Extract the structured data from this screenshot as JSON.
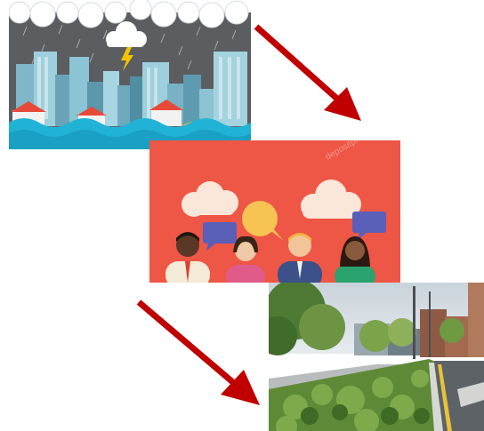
{
  "diagram": {
    "panels": [
      {
        "id": "flood",
        "depicts": "flooded-city-storm-illustration"
      },
      {
        "id": "talk",
        "depicts": "community-discussion-illustration"
      },
      {
        "id": "park",
        "depicts": "green-street-rain-garden-photo"
      }
    ],
    "arrows": [
      {
        "from": "flood",
        "to": "talk"
      },
      {
        "from": "talk",
        "to": "park"
      }
    ],
    "watermark_text": "depositphotos"
  },
  "colors": {
    "arrow": "#c00000",
    "talk_bg": "#ee5646",
    "flood_sky": "#5a5c60",
    "water": "#21b3d6"
  }
}
